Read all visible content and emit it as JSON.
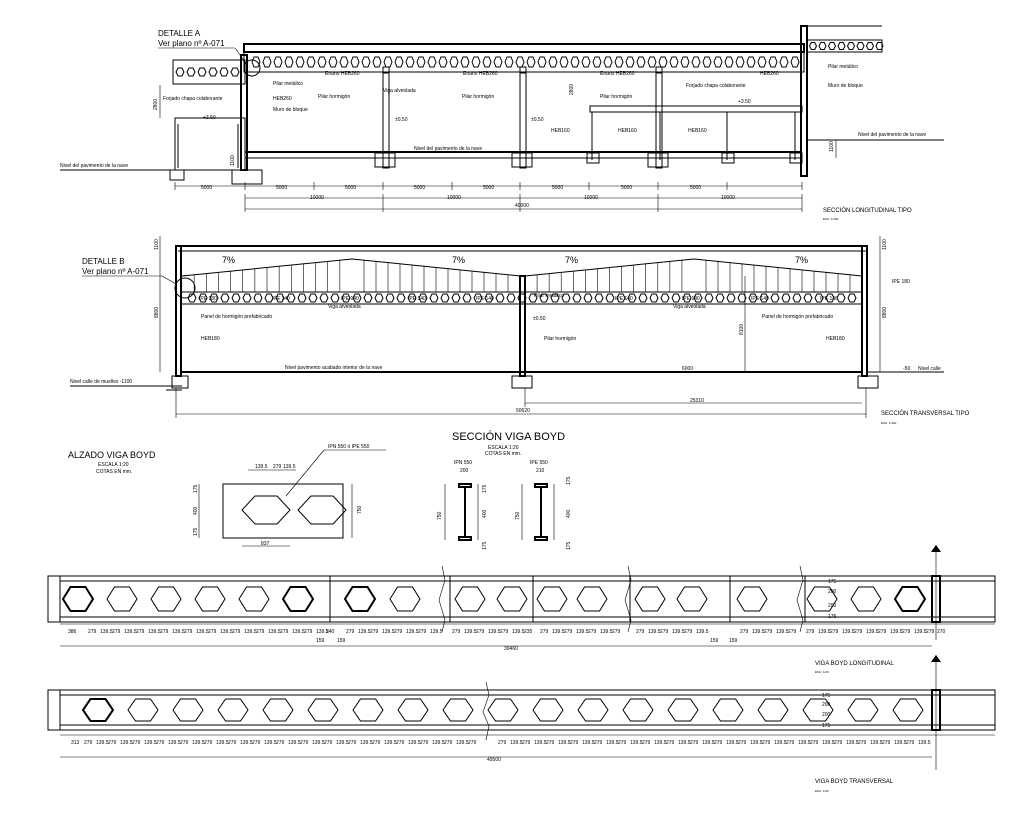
{
  "drawing": {
    "long_section": {
      "detail_title": "DETALLE A",
      "detail_ref": "Ver plano nº A-071",
      "labels": {
        "pilar_metalico_left": "Pilar metálico",
        "forjado_left": "Forjado chapa colaborante",
        "heb260": "HEB260",
        "muro_left": "Muro de bloque",
        "enano1": "Enano HEB260",
        "enano2": "Enano HEB260",
        "enano3": "Enano HEB260",
        "heb260_right": "HEB260",
        "viga_alveolada": "Viga alveolada",
        "pilar_hormigon_1": "Pilar hormigón",
        "pilar_hormigon_2": "Pilar hormigón",
        "pilar_hormigon_3": "Pilar hormigón",
        "forjado_right": "Forjado chapa colaborante",
        "pilar_metalico_right": "Pilar metálico",
        "muro_right": "Muro de bloque",
        "heb160_a": "HEB160",
        "heb160_b": "HEB160",
        "heb160_c": "HEB160",
        "nivel_pav_nave": "Nivel del pavimento de la nave",
        "nivel_pav_nave_center": "Nivel del pavimento de la nave",
        "nivel_pav_nave_right": "Nivel del pavimento de la nave"
      },
      "levels": {
        "lvl_350_left": "+3.50",
        "lvl_050": "±0.50",
        "lvl_050_b": "±0.50",
        "lvl_350_right": "+3.50"
      },
      "dims": {
        "h2800_left": "2800",
        "h1100_left": "1100",
        "h2800_right": "2800",
        "h1100_right": "1100",
        "d5000": [
          "5000",
          "5000",
          "5000",
          "5000",
          "5000",
          "5000",
          "5000",
          "5000"
        ],
        "d10000": [
          "10000",
          "10000",
          "10000",
          "10000"
        ],
        "total": "40000"
      },
      "title": "SECCIÓN LONGITUDINAL TIPO",
      "scale": "ESC: 1/100"
    },
    "trans_section": {
      "detail_title": "DETALLE B",
      "detail_ref": "Ver plano nº A-071",
      "slopes": [
        "7%",
        "7%",
        "7%",
        "7%"
      ],
      "labels": {
        "ipe180_left": "IPE 180",
        "ipe140_1": "IPE 140",
        "ipe140_2": "IPE 140",
        "ipe140_3": "IPE 140",
        "ipe140_4": "IPE 140",
        "viga_alv_1": "Viga alveolada",
        "pilar_metalico": "Pilar metálico",
        "ipe140_5": "IPE 140",
        "ipe140_6": "IPE 140",
        "ipe140_7": "IPE 140",
        "ipe140_8": "IPE 140",
        "viga_alv_2": "Viga alveolada",
        "ipe180_right": "IPE 180",
        "panel_left": "Panel de hormigón prefabricado",
        "panel_right": "Panel de hormigón prefabricado",
        "heb180_left": "HEB180",
        "heb180_right": "HEB180",
        "pilar_hormigon": "Pilar hormigón",
        "nivel_pav_acabado": "Nivel pavimento acabado interior de la nave",
        "nivel_calle_muelles": "Nivel calle de muelles -1100",
        "nivel_calle": "Nivel calle"
      },
      "levels": {
        "lvl_050": "±0.50",
        "lvl_right": "-50"
      },
      "dims": {
        "h1100_left": "1100",
        "h8800_left": "8800",
        "h1100_right": "1100",
        "h8800_right": "8800",
        "h8100": "8100",
        "h6000": "6000",
        "half": "25310",
        "total": "50620"
      },
      "title": "SECCIÓN TRANSVERSAL TIPO",
      "scale": "ESC: 1/100"
    },
    "boyd_elevation": {
      "title": "ALZADO VIGA BOYD",
      "scale": "ESCALA 1:20",
      "units": "COTAS EN mm.",
      "callout": "IPN 550 ó IPE 550",
      "dims_top": [
        "139.5",
        "279",
        "139.5"
      ],
      "dims_left": [
        "175",
        "400",
        "175"
      ],
      "dim_right": "750",
      "dim_bottom": "837"
    },
    "boyd_section": {
      "title": "SECCIÓN VIGA BOYD",
      "scale": "ESCALA 1:20",
      "units": "COTAS EN mm.",
      "left_name": "IPN 550",
      "left_width": "200",
      "right_name": "IPE 550",
      "right_width": "210",
      "left_dims": [
        "175",
        "400",
        "175"
      ],
      "left_total": "750",
      "right_dims": [
        "175",
        "400",
        "175"
      ],
      "right_total": "750"
    },
    "boyd_long": {
      "title": "VIGA BOYD LONGITUDINAL",
      "scale": "ESC: 1/20",
      "start": "386",
      "end": "270",
      "seg": [
        "279",
        "139.5"
      ],
      "mid_dims": [
        "240",
        "159",
        "159",
        "235",
        "159",
        "159"
      ],
      "web_dims": [
        "175",
        "200",
        "200",
        "175"
      ],
      "total": "39460"
    },
    "boyd_trans": {
      "title": "VIGA BOYD TRANSVERSAL",
      "scale": "ESC: 1/20",
      "start": "313",
      "seg": [
        "279",
        "139.5"
      ],
      "web_dims": [
        "175",
        "200",
        "200",
        "175"
      ],
      "total": "49500"
    }
  }
}
